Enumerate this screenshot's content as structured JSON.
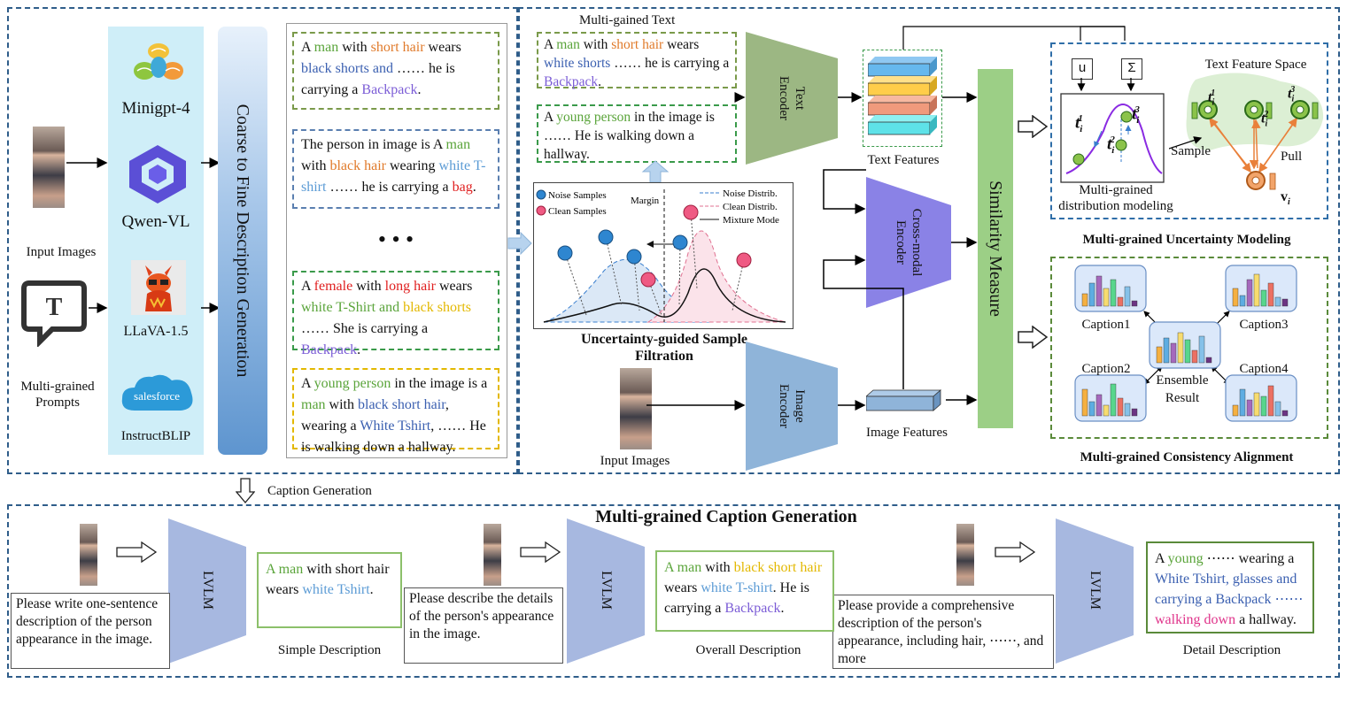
{
  "colors": {
    "frame": "#2f5d8a",
    "llm_panel": "#cfeef8",
    "coarse_bar": "#6a9ed2",
    "text_encoder": "#9cb783",
    "image_encoder": "#8fb4d9",
    "cross_encoder": "#8a82e6",
    "similarity": "#9ccf86",
    "feature_space": "#dcefd4"
  },
  "left": {
    "input_images_label": "Input Images",
    "prompts_label": "Multi-grained\nPrompts",
    "models": [
      "Minigpt-4",
      "Qwen-VL",
      "LLaVA-1.5",
      "InstructBLIP"
    ],
    "salesforce": "salesforce",
    "prompt_icon_letter": "T",
    "coarse_to_fine": "Coarse to Fine Description Generation",
    "ellipsis": "•   •   •"
  },
  "captions": [
    {
      "parts": [
        [
          "A ",
          "k"
        ],
        [
          "man",
          "green"
        ],
        [
          " with ",
          "k"
        ],
        [
          "short hair",
          "orange"
        ],
        [
          " wears ",
          "k"
        ],
        [
          "black shorts and",
          "blue"
        ],
        [
          " …… he is carrying a  ",
          "k"
        ],
        [
          "Backpack",
          "purple"
        ],
        [
          ".",
          "k"
        ]
      ]
    },
    {
      "parts": [
        [
          "The person in image is A ",
          "k"
        ],
        [
          "man",
          "green"
        ],
        [
          " with ",
          "k"
        ],
        [
          "black hair",
          "orange"
        ],
        [
          " wearing ",
          "k"
        ],
        [
          "white T-shirt",
          "lblue"
        ],
        [
          " …… he is carrying a ",
          "k"
        ],
        [
          "bag",
          "red"
        ],
        [
          ".",
          "k"
        ]
      ]
    },
    {
      "parts": [
        [
          "A ",
          "k"
        ],
        [
          "female",
          "red"
        ],
        [
          " with ",
          "k"
        ],
        [
          "long hair",
          "red"
        ],
        [
          " wears ",
          "k"
        ],
        [
          "white T-Shirt and",
          "green"
        ],
        [
          " ",
          "k"
        ],
        [
          "black shorts",
          "yellow"
        ],
        [
          " …… She is carrying a ",
          "k"
        ],
        [
          "Backpack",
          "purple"
        ],
        [
          ".",
          "k"
        ]
      ]
    },
    {
      "parts": [
        [
          "A ",
          "k"
        ],
        [
          "young person",
          "green"
        ],
        [
          " in the image is a ",
          "k"
        ],
        [
          "man",
          "green"
        ],
        [
          " with ",
          "k"
        ],
        [
          "black short hair",
          "blue"
        ],
        [
          ", wearing a ",
          "k"
        ],
        [
          "White Tshirt",
          "blue"
        ],
        [
          ", …… He is walking down a hallway.",
          "k"
        ]
      ]
    }
  ],
  "middle": {
    "multi_gained_text": "Multi-gained Text",
    "text1": {
      "parts": [
        [
          "A ",
          "k"
        ],
        [
          "man",
          "green"
        ],
        [
          " with ",
          "k"
        ],
        [
          "short hair",
          "orange"
        ],
        [
          " wears ",
          "k"
        ],
        [
          "white shorts",
          "blue"
        ],
        [
          " …… he is carrying a  ",
          "k"
        ],
        [
          "Backpack",
          "purple"
        ],
        [
          ".",
          "k"
        ]
      ]
    },
    "text2": {
      "parts": [
        [
          "A ",
          "k"
        ],
        [
          "young person",
          "green"
        ],
        [
          " in the image is …… He is walking down a hallway.",
          "k"
        ]
      ]
    },
    "legend_noise": "Noise Samples",
    "legend_clean": "Clean Samples",
    "margin": "Margin",
    "legend_noise_distrib": "Noise Distrib.",
    "legend_clean_distrib": "Clean Distrib.",
    "legend_mixture": "Mixture Mode",
    "filtration_title": "Uncertainty-guided Sample\nFiltration",
    "input_images_label": "Input Images",
    "text_encoder": "Text\nEncoder",
    "image_encoder": "Image\nEncoder",
    "cross_encoder": "Cross-modal\nEncoder",
    "text_features": "Text Features",
    "image_features": "Image Features",
    "similarity_measure": "Similarity Measure"
  },
  "right": {
    "mu": "u",
    "sigma": "Σ",
    "distribution_label": "Multi-grained\ndistribution modeling",
    "text_feature_space": "Text Feature Space",
    "sample": "Sample",
    "pull": "Pull",
    "t_sym": "t",
    "v_sym": "v",
    "sub_i": "i",
    "sup1": "1",
    "sup2": "2",
    "sup3": "3",
    "uncertainty_title": "Multi-grained Uncertainty Modeling",
    "captions": [
      "Caption1",
      "Caption2",
      "Caption3",
      "Caption4"
    ],
    "ensemble": "Ensemble\nResult",
    "consistency_title": "Multi-grained Consistency Alignment"
  },
  "bottom": {
    "caption_generation": "Caption Generation",
    "title": "Multi-grained Caption Generation",
    "lvlm": "LVLM",
    "prompts": [
      "Please write one-sentence description of the person appearance in the image.",
      "Please describe the details of the person's appearance in the image.",
      "Please provide a comprehensive description of the person's appearance, including hair, ⋯⋯, and more"
    ],
    "desc1": {
      "parts": [
        [
          "A man",
          "green"
        ],
        [
          " with short hair wears ",
          "k"
        ],
        [
          "white Tshirt",
          "lblue"
        ],
        [
          ".",
          "k"
        ]
      ]
    },
    "desc2": {
      "parts": [
        [
          "A man",
          "green"
        ],
        [
          " with ",
          "k"
        ],
        [
          "black short hair",
          "yellow"
        ],
        [
          " wears ",
          "k"
        ],
        [
          "white T-shirt",
          "lblue"
        ],
        [
          ". He is carrying a ",
          "k"
        ],
        [
          "Backpack",
          "purple"
        ],
        [
          ".",
          "k"
        ]
      ]
    },
    "desc3": {
      "parts": [
        [
          "A ",
          "k"
        ],
        [
          "young",
          "green"
        ],
        [
          " ⋯⋯ wearing a ",
          "k"
        ],
        [
          "White Tshirt, glasses and carrying a Backpack ⋯⋯",
          "blue"
        ],
        [
          " ",
          "k"
        ],
        [
          "walking down",
          "pink"
        ],
        [
          " a hallway.",
          "k"
        ]
      ]
    },
    "labels": [
      "Simple Description",
      "Overall Description",
      "Detail Description"
    ]
  }
}
